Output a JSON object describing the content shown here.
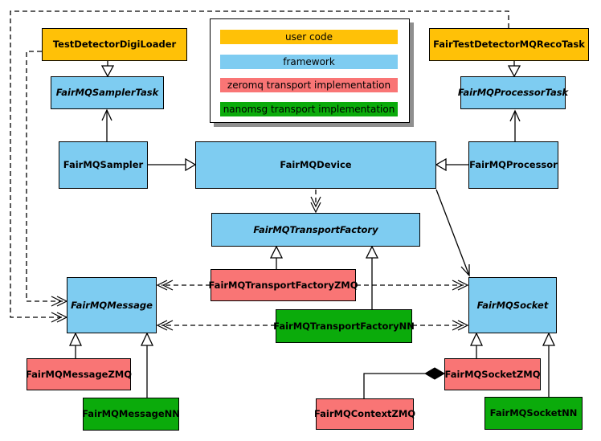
{
  "legend": {
    "items": [
      {
        "label": "user code",
        "color": "#FFC107"
      },
      {
        "label": "framework",
        "color": "#7ECCF1"
      },
      {
        "label": "zeromq transport implementation",
        "color": "#F97575"
      },
      {
        "label": "nanomsg transport implementation",
        "color": "#0BAB0B"
      }
    ]
  },
  "nodes": {
    "test_detector_digi_loader": {
      "label": "TestDetectorDigiLoader",
      "category": "user code",
      "abstract": false
    },
    "fair_test_detector_mq_reco_task": {
      "label": "FairTestDetectorMQRecoTask",
      "category": "user code",
      "abstract": false
    },
    "fairmq_sampler_task": {
      "label": "FairMQSamplerTask",
      "category": "framework",
      "abstract": true
    },
    "fairmq_processor_task": {
      "label": "FairMQProcessorTask",
      "category": "framework",
      "abstract": true
    },
    "fairmq_sampler": {
      "label": "FairMQSampler",
      "category": "framework",
      "abstract": false
    },
    "fairmq_device": {
      "label": "FairMQDevice",
      "category": "framework",
      "abstract": false
    },
    "fairmq_processor": {
      "label": "FairMQProcessor",
      "category": "framework",
      "abstract": false
    },
    "fairmq_transport_factory": {
      "label": "FairMQTransportFactory",
      "category": "framework",
      "abstract": true
    },
    "fairmq_transport_factory_zmq": {
      "label": "FairMQTransportFactoryZMQ",
      "category": "zeromq transport implementation",
      "abstract": false
    },
    "fairmq_transport_factory_nn": {
      "label": "FairMQTransportFactoryNN",
      "category": "nanomsg transport implementation",
      "abstract": false
    },
    "fairmq_message": {
      "label": "FairMQMessage",
      "category": "framework",
      "abstract": true
    },
    "fairmq_socket": {
      "label": "FairMQSocket",
      "category": "framework",
      "abstract": true
    },
    "fairmq_message_zmq": {
      "label": "FairMQMessageZMQ",
      "category": "zeromq transport implementation",
      "abstract": false
    },
    "fairmq_message_nn": {
      "label": "FairMQMessageNN",
      "category": "nanomsg transport implementation",
      "abstract": false
    },
    "fairmq_socket_zmq": {
      "label": "FairMQSocketZMQ",
      "category": "zeromq transport implementation",
      "abstract": false
    },
    "fairmq_socket_nn": {
      "label": "FairMQSocketNN",
      "category": "nanomsg transport implementation",
      "abstract": false
    },
    "fairmq_context_zmq": {
      "label": "FairMQContextZMQ",
      "category": "zeromq transport implementation",
      "abstract": false
    }
  },
  "edges": [
    {
      "from": "TestDetectorDigiLoader",
      "to": "FairMQSamplerTask",
      "style": "solid-hollow-triangle"
    },
    {
      "from": "FairTestDetectorMQRecoTask",
      "to": "FairMQProcessorTask",
      "style": "solid-hollow-triangle"
    },
    {
      "from": "FairMQSampler",
      "to": "FairMQSamplerTask",
      "style": "solid-open-arrow"
    },
    {
      "from": "FairMQProcessor",
      "to": "FairMQProcessorTask",
      "style": "solid-open-arrow"
    },
    {
      "from": "FairMQSampler",
      "to": "FairMQDevice",
      "style": "solid-hollow-triangle"
    },
    {
      "from": "FairMQProcessor",
      "to": "FairMQDevice",
      "style": "solid-hollow-triangle"
    },
    {
      "from": "FairMQDevice",
      "to": "FairMQTransportFactory",
      "style": "dashed-open-arrow"
    },
    {
      "from": "FairMQDevice",
      "to": "FairMQSocket",
      "style": "solid-open-arrow"
    },
    {
      "from": "FairTestDetectorMQRecoTask",
      "to": "FairMQMessage",
      "style": "dashed-open-arrow"
    },
    {
      "from": "TestDetectorDigiLoader",
      "to": "FairMQMessage",
      "style": "dashed-open-arrow"
    },
    {
      "from": "FairMQTransportFactoryZMQ",
      "to": "FairMQTransportFactory",
      "style": "solid-hollow-triangle"
    },
    {
      "from": "FairMQTransportFactoryNN",
      "to": "FairMQTransportFactory",
      "style": "solid-hollow-triangle"
    },
    {
      "from": "FairMQTransportFactoryZMQ",
      "to": "FairMQMessage",
      "style": "dashed-open-arrow"
    },
    {
      "from": "FairMQTransportFactoryZMQ",
      "to": "FairMQSocket",
      "style": "dashed-open-arrow"
    },
    {
      "from": "FairMQTransportFactoryNN",
      "to": "FairMQMessage",
      "style": "dashed-open-arrow"
    },
    {
      "from": "FairMQTransportFactoryNN",
      "to": "FairMQSocket",
      "style": "dashed-open-arrow"
    },
    {
      "from": "FairMQMessageZMQ",
      "to": "FairMQMessage",
      "style": "solid-hollow-triangle"
    },
    {
      "from": "FairMQMessageNN",
      "to": "FairMQMessage",
      "style": "solid-hollow-triangle"
    },
    {
      "from": "FairMQSocketZMQ",
      "to": "FairMQSocket",
      "style": "solid-hollow-triangle"
    },
    {
      "from": "FairMQSocketNN",
      "to": "FairMQSocket",
      "style": "solid-hollow-triangle"
    },
    {
      "from": "FairMQContextZMQ",
      "to": "FairMQSocketZMQ",
      "style": "solid-filled-diamond"
    }
  ]
}
